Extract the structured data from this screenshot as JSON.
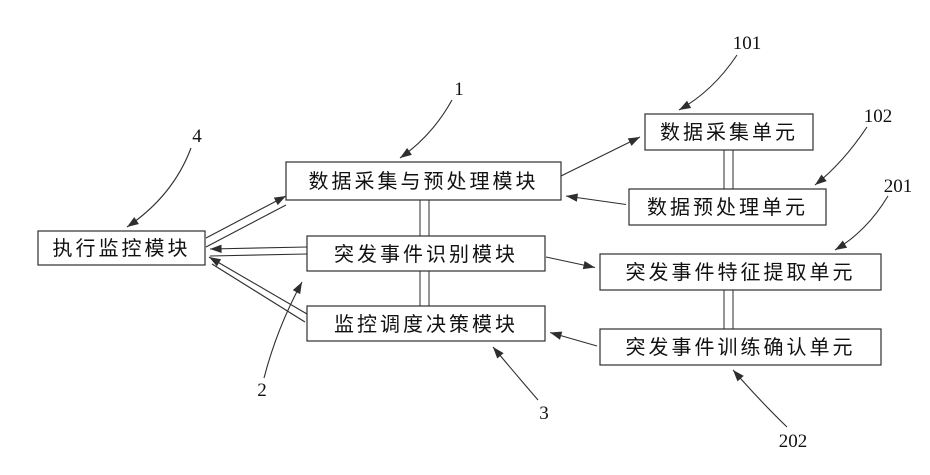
{
  "boxes": {
    "execution_monitoring": "执行监控模块",
    "data_collection_preprocessing": "数据采集与预处理模块",
    "incident_recognition": "突发事件识别模块",
    "monitoring_dispatch_decision": "监控调度决策模块",
    "data_collection_unit": "数据采集单元",
    "data_preprocessing_unit": "数据预处理单元",
    "incident_feature_extraction_unit": "突发事件特征提取单元",
    "incident_training_confirmation_unit": "突发事件训练确认单元"
  },
  "refs": {
    "data_collection_preprocessing": "1",
    "incident_recognition": "2",
    "monitoring_dispatch_decision": "3",
    "execution_monitoring": "4",
    "data_collection_unit": "101",
    "data_preprocessing_unit": "102",
    "incident_feature_extraction_unit": "201",
    "incident_training_confirmation_unit": "202"
  },
  "colors": {
    "line": "#2e2e2e",
    "box_border": "#2e2e2e",
    "box_fill": "#ffffff",
    "background": "#ffffff",
    "text": "#111111"
  }
}
